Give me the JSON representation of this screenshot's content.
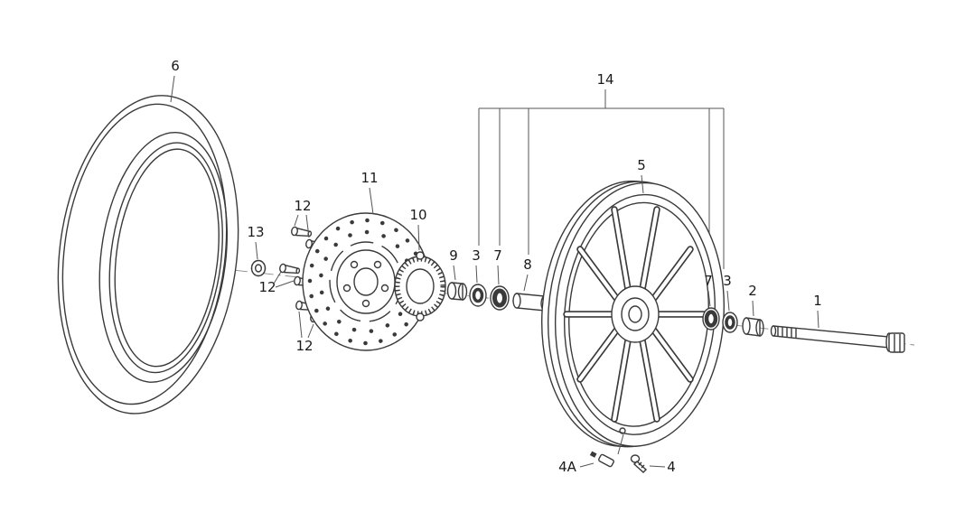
{
  "page": {
    "background": "#ffffff",
    "line_color": "#3a3a3a",
    "label_color": "#1a1a1a"
  },
  "diagram": {
    "kind": "exploded-parts-diagram",
    "subject": "front-wheel-assembly",
    "callouts": {
      "tire": "6",
      "nut": "13",
      "bolt_top": "12",
      "bolt_mid": "12",
      "bolt_bottom": "12",
      "brake_disc": "11",
      "tone_ring": "10",
      "collar": "9",
      "washer_left": "3",
      "seal_left": "7",
      "spacer_tube": "8",
      "bearing_kit": "14",
      "wheel": "5",
      "seal_right": "7",
      "washer_right": "3",
      "spacer_right": "2",
      "axle": "1",
      "valve": "4A",
      "screw": "4"
    }
  }
}
